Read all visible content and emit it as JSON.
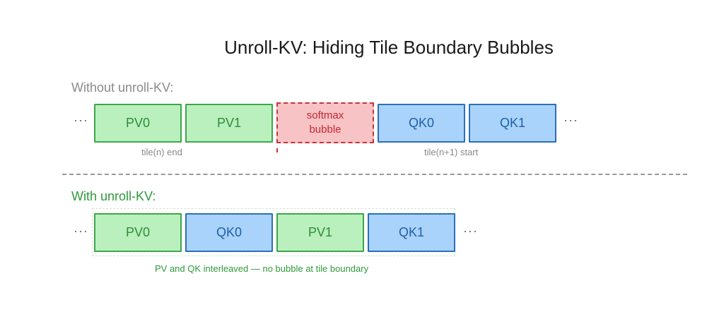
{
  "title": "Unroll-KV: Hiding Tile Boundary Bubbles",
  "without": {
    "label": "Without unroll-KV:",
    "ellipsis_left": "···",
    "ellipsis_right": "···",
    "blocks": [
      {
        "label": "PV0",
        "kind": "pv"
      },
      {
        "label": "PV1",
        "kind": "pv"
      },
      {
        "label": "softmax\nbubble",
        "kind": "bubble"
      },
      {
        "label": "QK0",
        "kind": "qk"
      },
      {
        "label": "QK1",
        "kind": "qk"
      }
    ],
    "caption_left": "tile(n) end",
    "caption_right": "tile(n+1) start"
  },
  "with": {
    "label": "With unroll-KV:",
    "ellipsis_left": "···",
    "ellipsis_right": "···",
    "blocks": [
      {
        "label": "PV0",
        "kind": "pv"
      },
      {
        "label": "QK0",
        "kind": "qk"
      },
      {
        "label": "PV1",
        "kind": "pv"
      },
      {
        "label": "QK1",
        "kind": "qk"
      }
    ],
    "caption": "PV and QK interleaved — no bubble at tile boundary"
  },
  "colors": {
    "pv_fill": "#b9f0bd",
    "pv_border": "#3ea64a",
    "qk_fill": "#a9d3fa",
    "qk_border": "#2d6fb8",
    "bubble_fill": "#f7c3c5",
    "bubble_border": "#c8323a",
    "with_label": "#2e9a3a",
    "without_label": "#8a8a8a"
  }
}
